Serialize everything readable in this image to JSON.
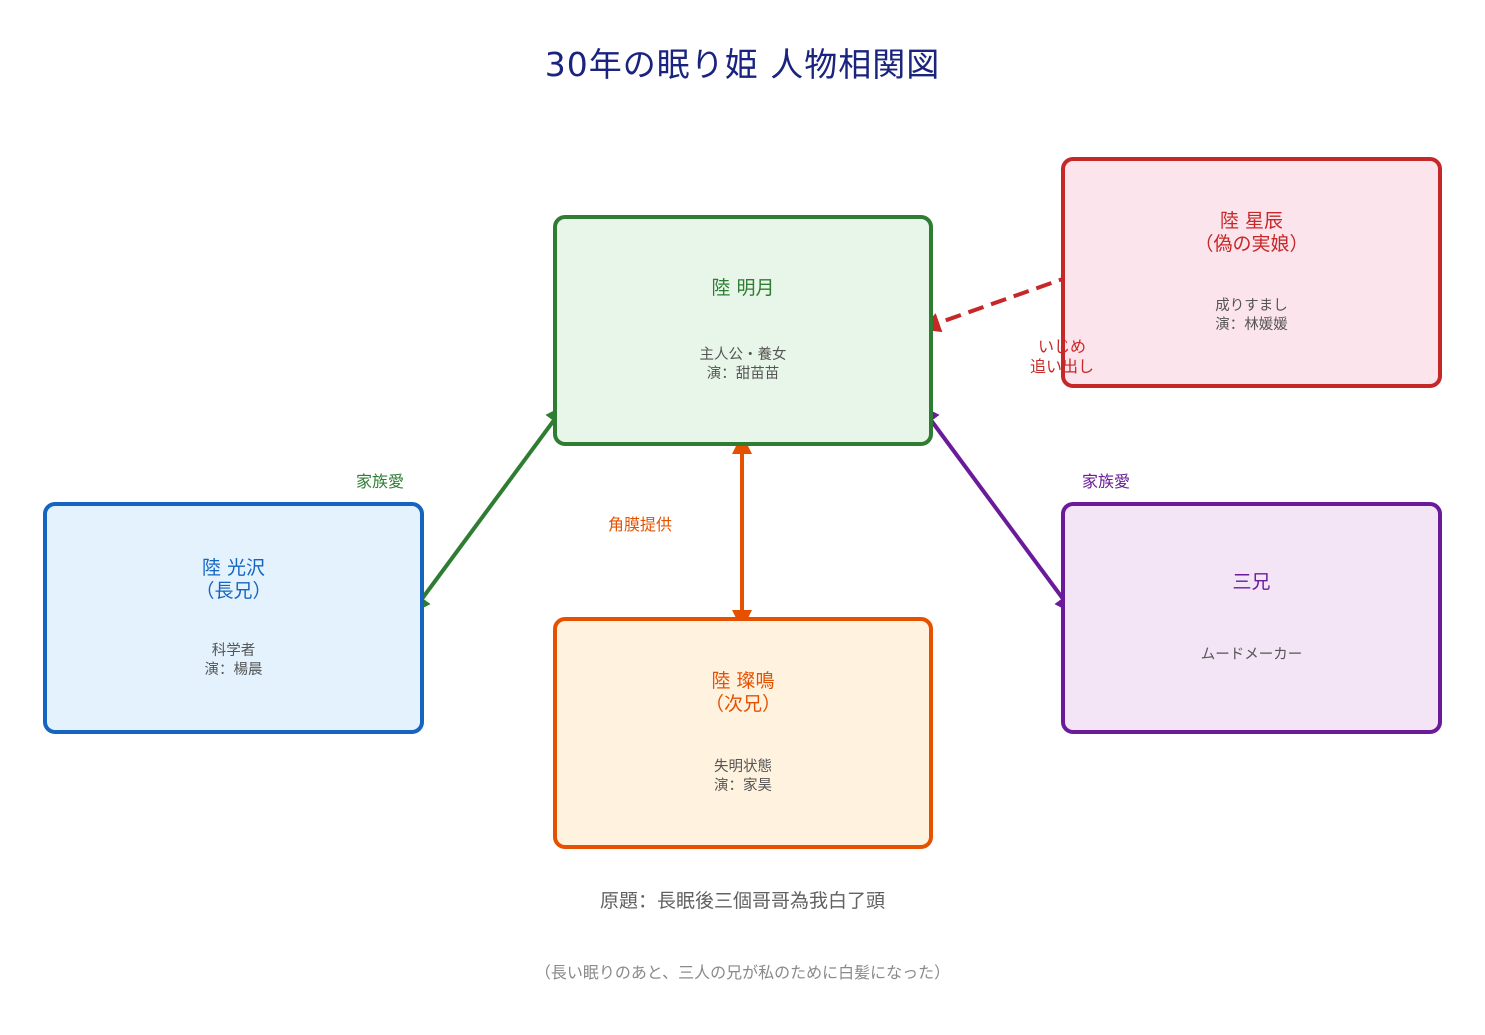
{
  "title": "30年の眠り姫 人物相関図",
  "nodes": {
    "mingyue": {
      "name": "陸 明月",
      "desc": "主人公・養女\n演：甜苗苗",
      "color": "#2e7d32"
    },
    "xingchen": {
      "name": "陸 星辰\n（偽の実娘）",
      "desc": "成りすまし\n演：林媛媛",
      "color": "#c62828"
    },
    "guangze": {
      "name": "陸 光沢\n（長兄）",
      "desc": "科学者\n演：楊晨",
      "color": "#1565c0"
    },
    "canming": {
      "name": "陸 璨鳴\n（次兄）",
      "desc": "失明状態\n演：家昊",
      "color": "#e65100"
    },
    "sanxiong": {
      "name": "三兄",
      "desc": "ムードメーカー",
      "color": "#6a1b9a"
    }
  },
  "edges": {
    "bully": {
      "label": "いじめ\n追い出し",
      "color": "#c62828",
      "style": "dashed"
    },
    "family_left": {
      "label": "家族愛",
      "color": "#2e7d32",
      "style": "solid"
    },
    "family_right": {
      "label": "家族愛",
      "color": "#6a1b9a",
      "style": "solid"
    },
    "cornea": {
      "label": "角膜提供",
      "color": "#e65100",
      "style": "solid"
    }
  },
  "footer": {
    "original_title": "原題：長眠後三個哥哥為我白了頭",
    "translation": "（長い眠りのあと、三人の兄が私のために白髪になった）"
  }
}
